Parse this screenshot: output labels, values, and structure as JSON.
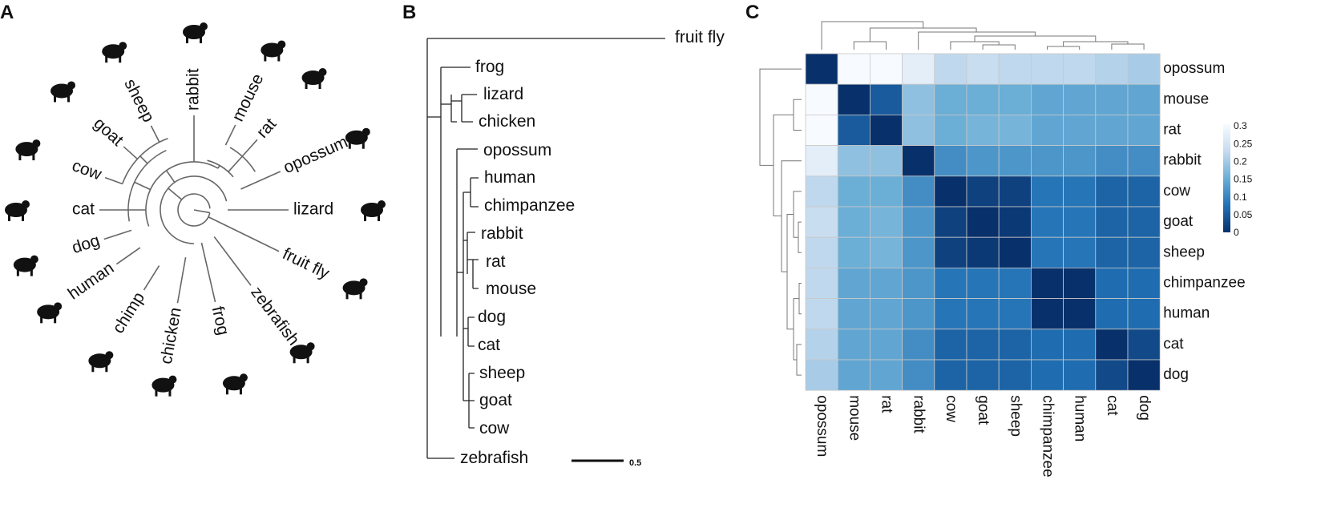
{
  "panels": {
    "a": "A",
    "b": "B",
    "c": "C"
  },
  "panel_a": {
    "leaves": [
      {
        "label": "fruit fly",
        "icon": "fly-icon"
      },
      {
        "label": "zebrafish",
        "icon": "fish-icon"
      },
      {
        "label": "frog",
        "icon": "frog-icon"
      },
      {
        "label": "chicken",
        "icon": "chicken-icon"
      },
      {
        "label": "chimp",
        "icon": "chimp-icon"
      },
      {
        "label": "human",
        "icon": "human-icon"
      },
      {
        "label": "dog",
        "icon": "dog-icon"
      },
      {
        "label": "cat",
        "icon": "cat-icon"
      },
      {
        "label": "cow",
        "icon": "cow-icon"
      },
      {
        "label": "goat",
        "icon": "goat-icon"
      },
      {
        "label": "sheep",
        "icon": "sheep-icon"
      },
      {
        "label": "rabbit",
        "icon": "rabbit-icon"
      },
      {
        "label": "mouse",
        "icon": "mouse-icon"
      },
      {
        "label": "rat",
        "icon": "rat-icon"
      },
      {
        "label": "opossum",
        "icon": "opossum-icon"
      },
      {
        "label": "lizard",
        "icon": "lizard-icon"
      }
    ]
  },
  "panel_b": {
    "leaves": [
      "fruit fly",
      "frog",
      "lizard",
      "chicken",
      "opossum",
      "human",
      "chimpanzee",
      "rabbit",
      "rat",
      "mouse",
      "dog",
      "cat",
      "sheep",
      "goat",
      "cow",
      "zebrafish"
    ],
    "scale_bar_label": "0.5"
  },
  "panel_c": {
    "labels": [
      "opossum",
      "mouse",
      "rat",
      "rabbit",
      "cow",
      "goat",
      "sheep",
      "chimpanzee",
      "human",
      "cat",
      "dog"
    ],
    "legend_ticks": [
      "0.3",
      "0.25",
      "0.2",
      "0.15",
      "0.1",
      "0.05",
      "0"
    ],
    "legend_range": [
      0,
      0.3
    ],
    "colors": {
      "low": "#08306b",
      "high": "#f7fbff"
    },
    "matrix": [
      [
        0.0,
        0.3,
        0.3,
        0.27,
        0.22,
        0.23,
        0.22,
        0.22,
        0.22,
        0.21,
        0.2
      ],
      [
        0.3,
        0.0,
        0.05,
        0.18,
        0.15,
        0.15,
        0.15,
        0.14,
        0.14,
        0.14,
        0.14
      ],
      [
        0.3,
        0.05,
        0.0,
        0.18,
        0.15,
        0.16,
        0.16,
        0.14,
        0.14,
        0.14,
        0.14
      ],
      [
        0.27,
        0.18,
        0.18,
        0.0,
        0.11,
        0.12,
        0.12,
        0.12,
        0.12,
        0.11,
        0.11
      ],
      [
        0.22,
        0.15,
        0.15,
        0.11,
        0.0,
        0.02,
        0.02,
        0.08,
        0.08,
        0.06,
        0.06
      ],
      [
        0.23,
        0.15,
        0.16,
        0.12,
        0.02,
        0.0,
        0.01,
        0.08,
        0.08,
        0.06,
        0.06
      ],
      [
        0.22,
        0.15,
        0.16,
        0.12,
        0.02,
        0.01,
        0.0,
        0.08,
        0.08,
        0.06,
        0.06
      ],
      [
        0.22,
        0.14,
        0.14,
        0.12,
        0.08,
        0.08,
        0.08,
        0.0,
        0.0,
        0.07,
        0.07
      ],
      [
        0.22,
        0.14,
        0.14,
        0.12,
        0.08,
        0.08,
        0.08,
        0.0,
        0.0,
        0.07,
        0.07
      ],
      [
        0.21,
        0.14,
        0.14,
        0.11,
        0.06,
        0.06,
        0.06,
        0.07,
        0.07,
        0.0,
        0.03
      ],
      [
        0.2,
        0.14,
        0.14,
        0.11,
        0.06,
        0.06,
        0.06,
        0.07,
        0.07,
        0.03,
        0.0
      ]
    ]
  }
}
